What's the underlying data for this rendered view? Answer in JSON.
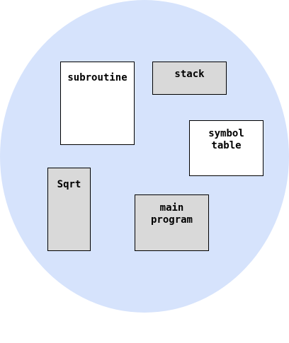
{
  "colors": {
    "address_space": "#d6e3fc",
    "white_block": "#ffffff",
    "gray_block": "#d9d9d9"
  },
  "blocks": [
    {
      "id": "subroutine",
      "label": "subroutine",
      "fill": "white"
    },
    {
      "id": "stack",
      "label": "stack",
      "fill": "gray"
    },
    {
      "id": "symbol",
      "label": "symbol\ntable",
      "fill": "white"
    },
    {
      "id": "sqrt",
      "label": "Sqrt",
      "fill": "gray"
    },
    {
      "id": "main",
      "label": "main\nprogram",
      "fill": "gray"
    }
  ]
}
